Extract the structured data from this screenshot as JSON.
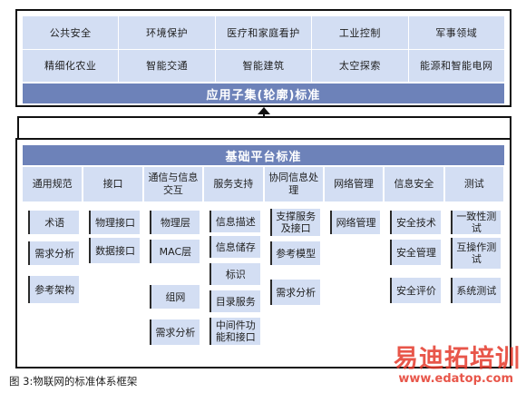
{
  "application": {
    "domains": [
      "公共安全",
      "环境保护",
      "医疗和家庭看护",
      "工业控制",
      "军事领域",
      "精细化农业",
      "智能交通",
      "智能建筑",
      "太空探索",
      "能源和智能电网"
    ],
    "title": "应用子集(轮廓)标准"
  },
  "platform": {
    "title": "基础平台标准",
    "columns": [
      {
        "header": "通用规范",
        "items": [
          "术语",
          "需求分析",
          "参考架构"
        ]
      },
      {
        "header": "接口",
        "items": [
          "物理接口",
          "数据接口"
        ]
      },
      {
        "header": "通信与信息交互",
        "items": [
          "物理层",
          "MAC层",
          "组网",
          "需求分析"
        ]
      },
      {
        "header": "服务支持",
        "items": [
          "信息描述",
          "信息储存",
          "标识",
          "目录服务",
          "中间件功能和接口"
        ]
      },
      {
        "header": "协同信息处理",
        "items": [
          "支撑服务及接口",
          "参考模型",
          "需求分析"
        ]
      },
      {
        "header": "网络管理",
        "items": [
          "网络管理"
        ]
      },
      {
        "header": "信息安全",
        "items": [
          "安全技术",
          "安全管理",
          "安全评价"
        ]
      },
      {
        "header": "测试",
        "items": [
          "一致性测试",
          "互操作测试",
          "系统测试"
        ]
      }
    ]
  },
  "caption": "图 3:物联网的标准体系框架",
  "watermark": {
    "brand": "易迪拓培训",
    "url": "www.edatop.com"
  },
  "colors": {
    "header_blue": "#6d82b9",
    "cell_blue": "#d3def3",
    "watermark_red": "#e4392b"
  }
}
